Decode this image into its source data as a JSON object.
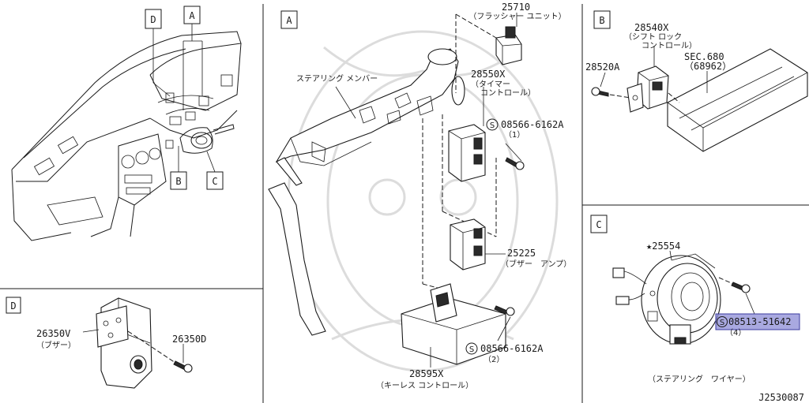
{
  "diagram_id": "J2530087",
  "sections": {
    "A": "A",
    "B": "B",
    "C": "C",
    "D": "D"
  },
  "overview": {
    "callout_d": "D",
    "callout_a": "A",
    "callout_b": "B",
    "callout_c": "C"
  },
  "section_a": {
    "steering_member": "ステアリング メンバー",
    "flasher_number": "25710",
    "flasher_name": "（フラッシャー ユニット）",
    "timer_number": "28550X",
    "timer_name_1": "（タイマー",
    "timer_name_2": "コントロール）",
    "screw1_number": "08566-6162A",
    "screw1_qty": "（1）",
    "buzzer_amp_number": "25225",
    "buzzer_amp_name": "（ブザー　アンプ）",
    "screw2_number": "08566-6162A",
    "screw2_qty": "（2）",
    "keyless_number": "28595X",
    "keyless_name": "（キーレス コントロール）",
    "s_symbol": "S"
  },
  "section_b": {
    "shift_lock_number": "28540X",
    "shift_lock_name_1": "（シフト ロック",
    "shift_lock_name_2": "コントロール）",
    "sec_ref": "SEC.680",
    "sec_ref_part": "（68962）",
    "bolt_number": "28520A"
  },
  "section_c": {
    "steering_wire_number": "★25554",
    "screw_number": "08513-51642",
    "screw_qty": "（4）",
    "steering_wire_name": "（ステアリング　ワイヤー）",
    "s_symbol": "S"
  },
  "section_d": {
    "buzzer_number": "26350V",
    "buzzer_name": "（ブザー）",
    "screw_number": "26350D"
  },
  "colors": {
    "line": "#1a1a1a",
    "highlight": "#8c8cd6",
    "watermark": "#dcdcdc"
  }
}
